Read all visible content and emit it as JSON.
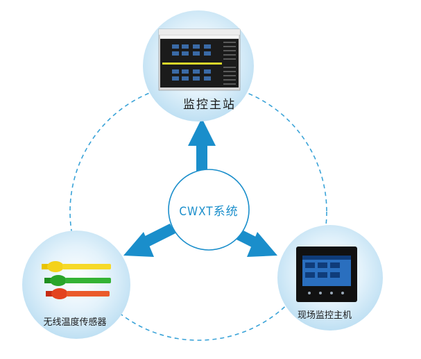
{
  "center": {
    "label": "CWXT系统"
  },
  "nodes": {
    "top": {
      "label": "监控主站"
    },
    "left": {
      "label": "无线温度传感器"
    },
    "right": {
      "label": "现场监控主机"
    }
  },
  "colors": {
    "accent": "#1a8ecb",
    "node_fill": "#cfe8f6",
    "orbit": "#3aa3d8"
  }
}
